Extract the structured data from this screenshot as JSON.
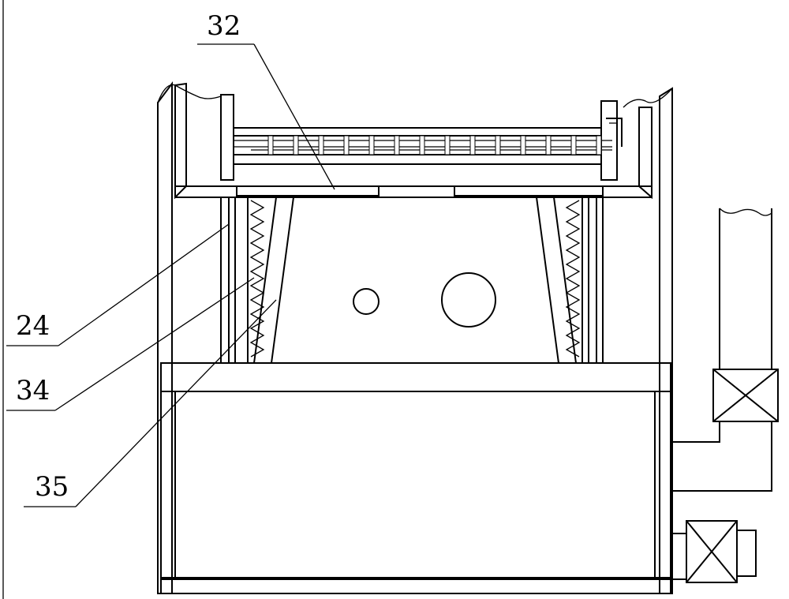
{
  "labels": {
    "part_32": "32",
    "part_24": "24",
    "part_34": "34",
    "part_35": "35"
  },
  "colors": {
    "ink": "#000000",
    "paper": "#ffffff"
  }
}
